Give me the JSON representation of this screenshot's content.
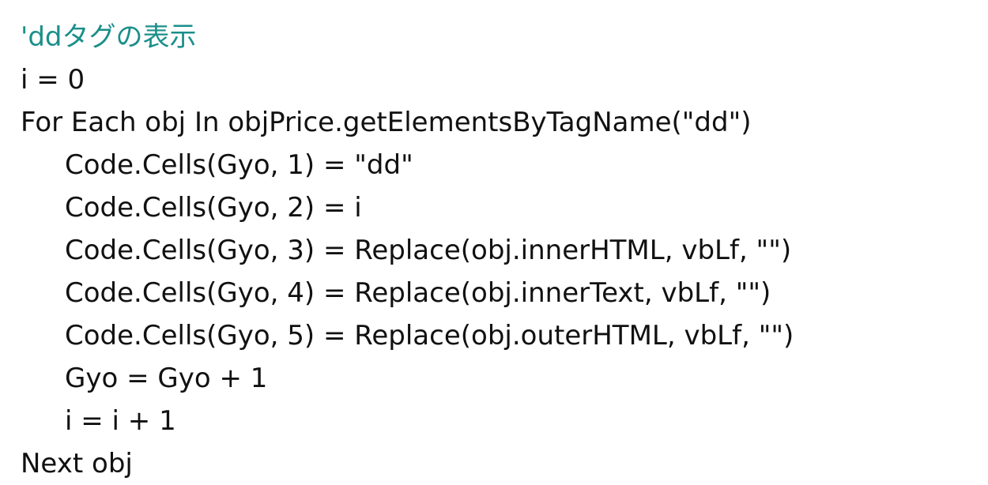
{
  "code": {
    "comment": "'ddタグの表示",
    "lines": [
      "i = 0",
      "For Each obj In objPrice.getElementsByTagName(\"dd\")",
      "Code.Cells(Gyo, 1) = \"dd\"",
      "Code.Cells(Gyo, 2) = i",
      "Code.Cells(Gyo, 3) = Replace(obj.innerHTML, vbLf, \"\")",
      "Code.Cells(Gyo, 4) = Replace(obj.innerText, vbLf, \"\")",
      "Code.Cells(Gyo, 5) = Replace(obj.outerHTML, vbLf, \"\")",
      "Gyo = Gyo + 1",
      "i = i + 1",
      "Next obj"
    ]
  },
  "colors": {
    "comment": "#1a8f8a",
    "text": "#111111",
    "background": "#ffffff"
  }
}
